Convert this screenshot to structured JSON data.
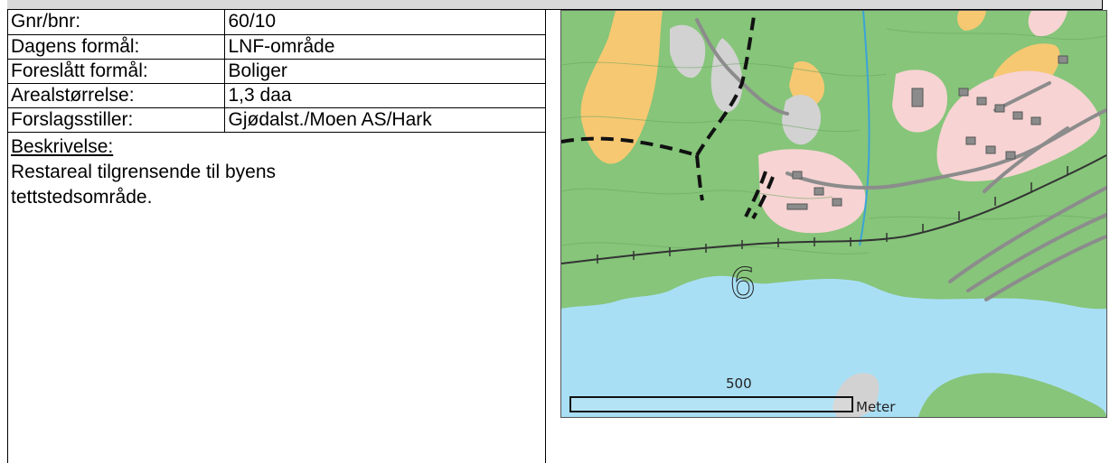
{
  "facts": [
    {
      "label": "Gnr/bnr:",
      "value": "60/10"
    },
    {
      "label": "Dagens formål:",
      "value": "LNF-område"
    },
    {
      "label": "Foreslått formål:",
      "value": "Boliger"
    },
    {
      "label": "Arealstørrelse:",
      "value": "1,3 daa"
    },
    {
      "label": "Forslagsstiller:",
      "value": "Gjødalst./Moen AS/Hark"
    }
  ],
  "description": {
    "heading": "Beskrivelse:",
    "text": "Restareal tilgrensende til byens tettstedsområde."
  },
  "map": {
    "site_label": "6",
    "scale_value": "500",
    "scale_unit": "Meter",
    "colors": {
      "water": "#a9dff5",
      "forest": "#86c57a",
      "farmland": "#f6c872",
      "residential": "#f7d3d3",
      "bare_ground": "#d2d2d2"
    }
  }
}
